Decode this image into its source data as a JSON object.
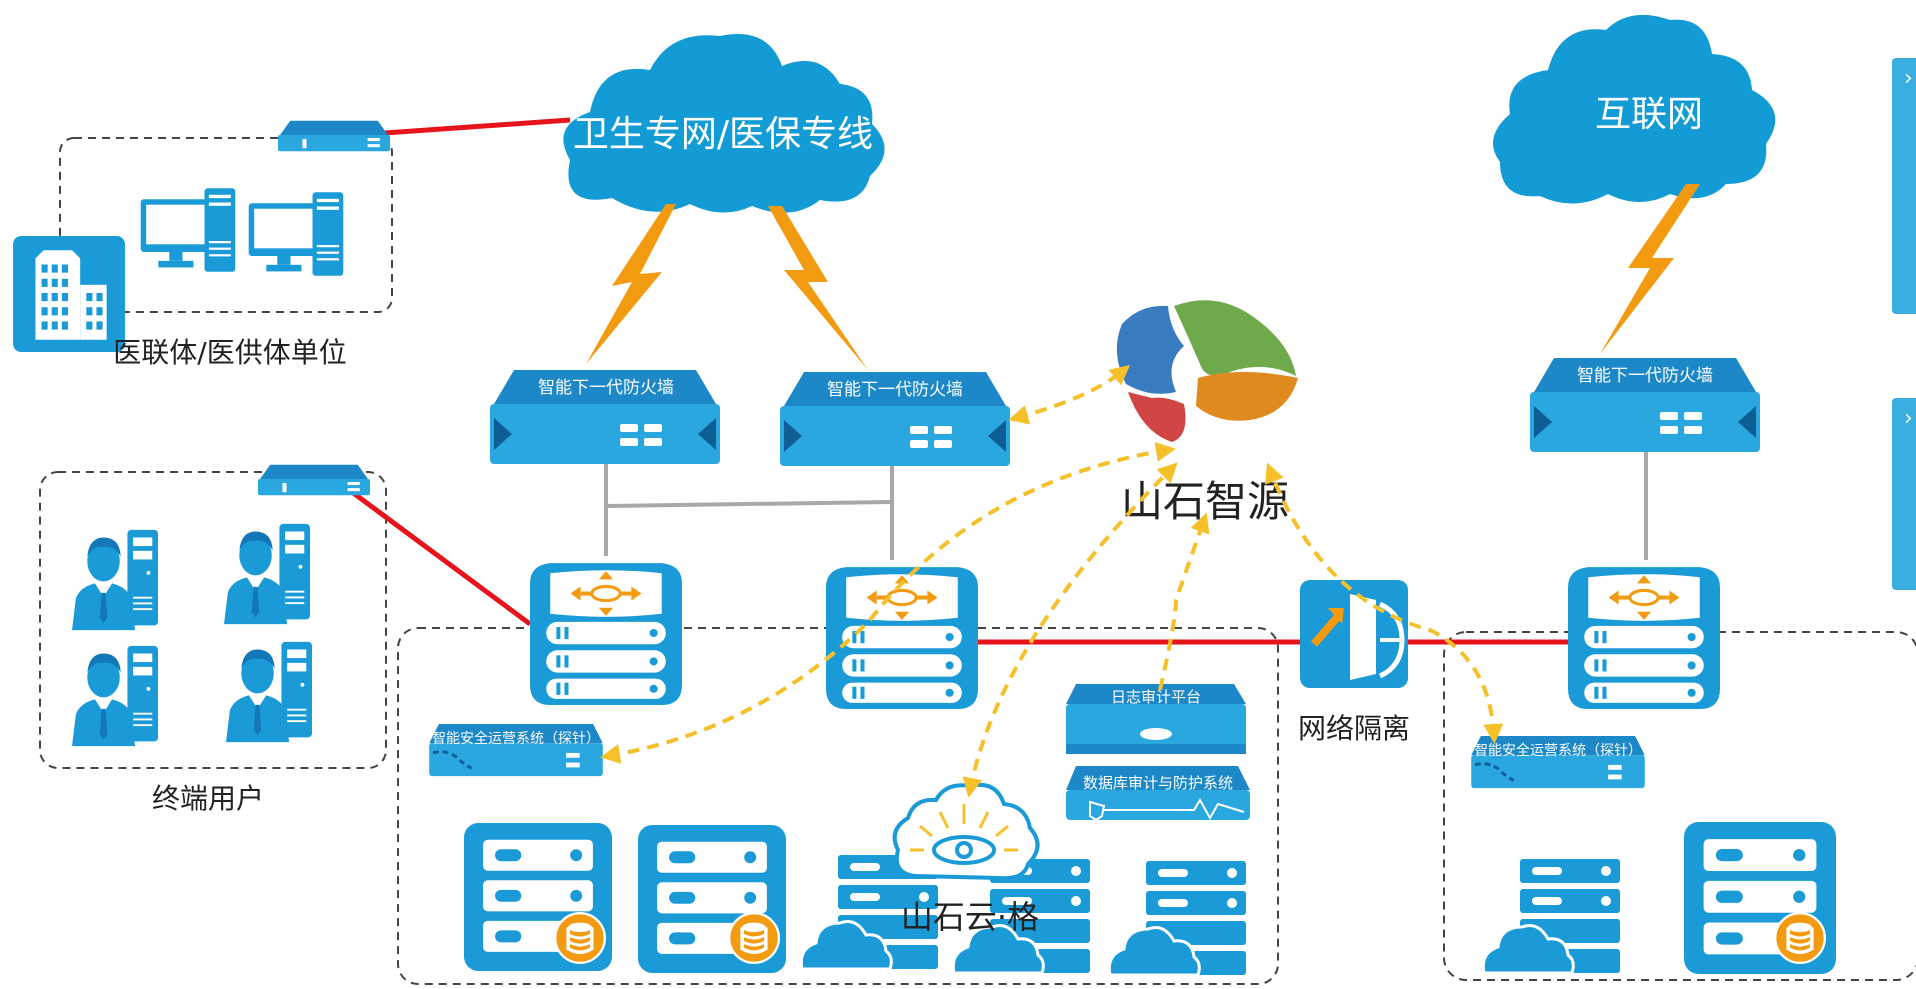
{
  "colors": {
    "device_blue": "#1a9bd7",
    "device_dark": "#1478b8",
    "cloud_blue": "#139bd6",
    "red_link": "#e8141b",
    "gray_link": "#a8a8a8",
    "yellow_flow": "#f5c02a",
    "lightning": "#f39b10",
    "orange_badge": "#f39b10"
  },
  "clouds": {
    "health_network": "卫生专网/医保专线",
    "internet": "互联网",
    "cloud_grid": "山石云·格"
  },
  "firewalls": {
    "fw_left": "智能下一代防火墙",
    "fw_middle": "智能下一代防火墙",
    "fw_right": "智能下一代防火墙"
  },
  "groups": {
    "medical_alliance": "医联体/医供体单位",
    "terminal_users": "终端用户"
  },
  "devices": {
    "probe_left": "智能安全运营系统（探针）",
    "probe_right": "智能安全运营系统（探针）",
    "log_audit": "日志审计平台",
    "db_audit": "数据库审计与防护系统",
    "isolation": "网络隔离"
  },
  "brand": {
    "name": "山石智源"
  }
}
